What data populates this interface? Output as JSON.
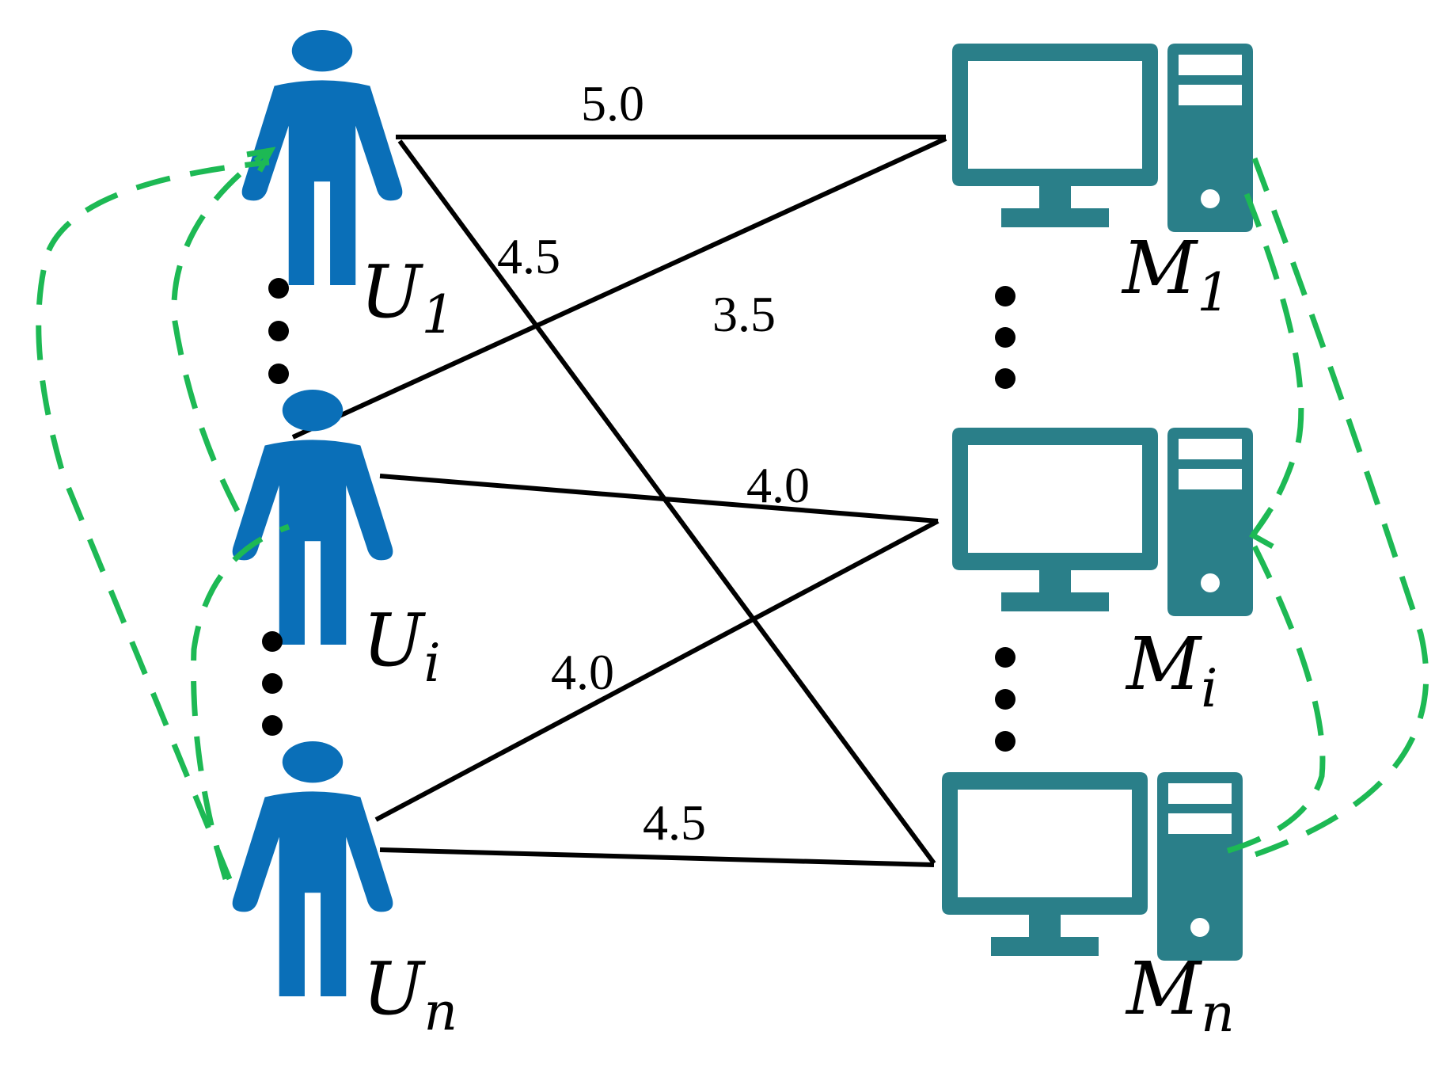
{
  "colors": {
    "user_icon": "#0a6fb8",
    "machine_icon": "#2a7f89",
    "edge": "#000000",
    "dashed_arc": "#1db954",
    "background": "#ffffff"
  },
  "users": [
    {
      "id": "U1",
      "label": "U",
      "sub": "1"
    },
    {
      "id": "Ui",
      "label": "U",
      "sub": "i"
    },
    {
      "id": "Un",
      "label": "U",
      "sub": "n"
    }
  ],
  "machines": [
    {
      "id": "M1",
      "label": "M",
      "sub": "1"
    },
    {
      "id": "Mi",
      "label": "M",
      "sub": "i"
    },
    {
      "id": "Mn",
      "label": "M",
      "sub": "n"
    }
  ],
  "edges": [
    {
      "from": "U1",
      "to": "M1",
      "weight": "5.0"
    },
    {
      "from": "U1",
      "to": "Mn",
      "weight": "4.5"
    },
    {
      "from": "Ui",
      "to": "M1",
      "weight": "3.5"
    },
    {
      "from": "Ui",
      "to": "Mi",
      "weight": "4.0"
    },
    {
      "from": "Un",
      "to": "Mi",
      "weight": "4.0"
    },
    {
      "from": "Un",
      "to": "Mn",
      "weight": "4.5"
    }
  ],
  "icons": {
    "user": "person-icon",
    "machine": "desktop-computer-icon"
  }
}
